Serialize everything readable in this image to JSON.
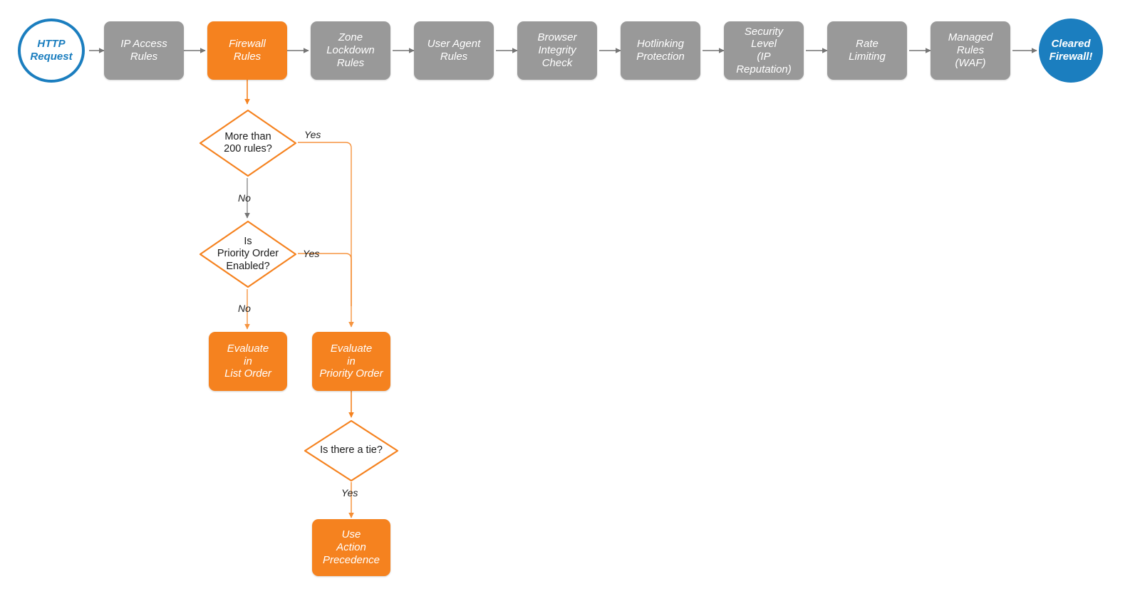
{
  "diagram": {
    "title": "Cloudflare Firewall Rules evaluation order flowchart",
    "colors": {
      "orange": "#F5821F",
      "gray": "#999999",
      "blue": "#1B7EBF",
      "edge_gray": "#808080",
      "edge_orange": "#F5821F",
      "text_dark": "#1a1a1a",
      "background": "#FFFFFF"
    },
    "pipeline": [
      {
        "id": "http-request",
        "shape": "circle-hollow",
        "label": "HTTP\nRequest"
      },
      {
        "id": "ip-access-rules",
        "shape": "box-gray",
        "label": "IP Access\nRules"
      },
      {
        "id": "firewall-rules",
        "shape": "box-orange",
        "label": "Firewall\nRules"
      },
      {
        "id": "zone-lockdown-rules",
        "shape": "box-gray",
        "label": "Zone\nLockdown\nRules"
      },
      {
        "id": "user-agent-rules",
        "shape": "box-gray",
        "label": "User Agent\nRules"
      },
      {
        "id": "browser-integrity-check",
        "shape": "box-gray",
        "label": "Browser\nIntegrity\nCheck"
      },
      {
        "id": "hotlinking-protection",
        "shape": "box-gray",
        "label": "Hotlinking\nProtection"
      },
      {
        "id": "security-level",
        "shape": "box-gray",
        "label": "Security\nLevel\n(IP Reputation)"
      },
      {
        "id": "rate-limiting",
        "shape": "box-gray",
        "label": "Rate\nLimiting"
      },
      {
        "id": "managed-rules-waf",
        "shape": "box-gray",
        "label": "Managed\nRules\n(WAF)"
      },
      {
        "id": "cleared-firewall",
        "shape": "circle-filled",
        "label": "Cleared\nFirewall!"
      }
    ],
    "decisions": [
      {
        "id": "more-than-200-rules",
        "label": "More than\n200 rules?"
      },
      {
        "id": "is-priority-order-enabled",
        "label": "Is\nPriority Order\nEnabled?"
      },
      {
        "id": "is-there-a-tie",
        "label": "Is there a tie?"
      }
    ],
    "outcomes": [
      {
        "id": "evaluate-in-list-order",
        "label": "Evaluate\nin\nList Order"
      },
      {
        "id": "evaluate-in-priority-order",
        "label": "Evaluate\nin\nPriority Order"
      },
      {
        "id": "use-action-precedence",
        "label": "Use\nAction\nPrecedence"
      }
    ],
    "edge_labels": {
      "more_than_200_yes": "Yes",
      "more_than_200_no": "No",
      "priority_order_yes": "Yes",
      "priority_order_no": "No",
      "tie_yes": "Yes"
    }
  }
}
